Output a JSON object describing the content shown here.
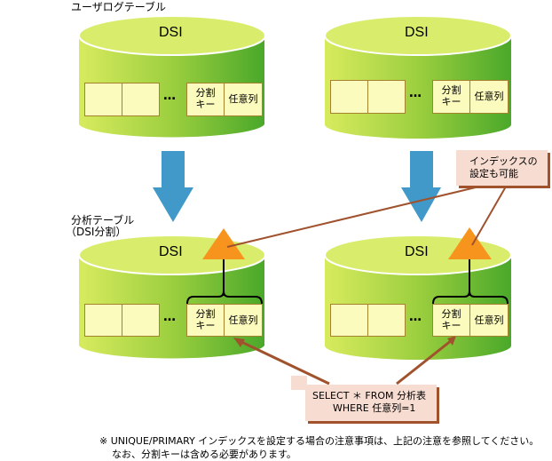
{
  "labels": {
    "user_log_table": "ユーザログテーブル",
    "analysis_table_line1": "分析テーブル",
    "analysis_table_line2": "（DSI分割）"
  },
  "cylinders": [
    {
      "id": "top-left",
      "title": "DSI",
      "ellipsis": "…",
      "key_label_line1": "分割",
      "key_label_line2": "キー",
      "col_label": "任意列"
    },
    {
      "id": "top-right",
      "title": "DSI",
      "ellipsis": "…",
      "key_label_line1": "分割",
      "key_label_line2": "キー",
      "col_label": "任意列"
    },
    {
      "id": "bottom-left",
      "title": "DSI",
      "ellipsis": "…",
      "key_label_line1": "分割",
      "key_label_line2": "キー",
      "col_label": "任意列"
    },
    {
      "id": "bottom-right",
      "title": "DSI",
      "ellipsis": "…",
      "key_label_line1": "分割",
      "key_label_line2": "キー",
      "col_label": "任意列"
    }
  ],
  "callouts": {
    "index_line1": "インデックスの",
    "index_line2": "設定も可能",
    "sql_line1": "SELECT ＊ FROM 分析表",
    "sql_line2": "WHERE 任意列=1"
  },
  "notes": {
    "line1": "※ UNIQUE/PRIMARY インデックスを設定する場合の注意事項は、上記の注意を参照してください。",
    "line2": "なお、分割キーは含める必要があります。"
  },
  "colors": {
    "cylinder_light": "#d8eb5e",
    "cylinder_dark": "#4aa82a",
    "cylinder_top": "#d9ec6c",
    "cell_fill": "#fbfbbd",
    "cell_border": "#a5832e",
    "arrow_blue": "#4199c9",
    "index_triangle": "#f7941d",
    "connector_brown": "#a0522d",
    "callout_fill": "#f7dcd1"
  }
}
